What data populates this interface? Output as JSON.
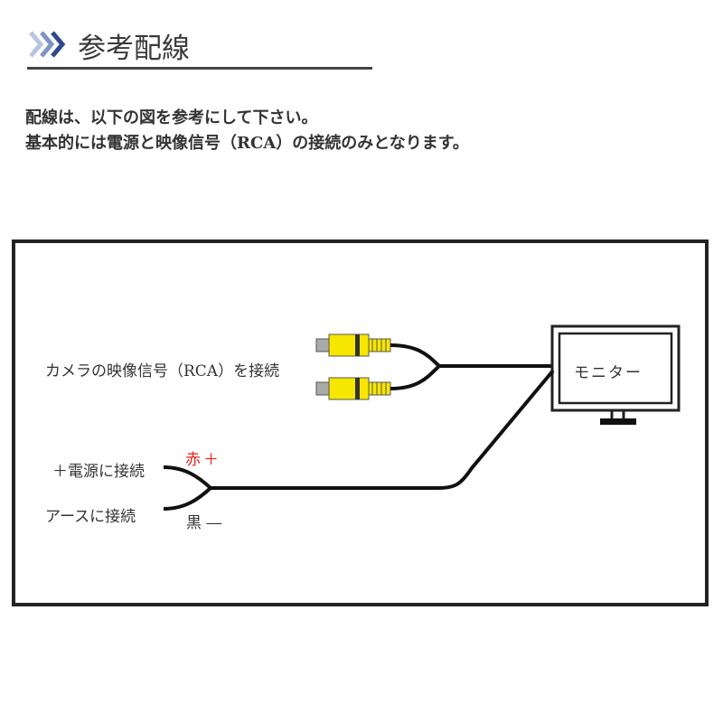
{
  "header": {
    "title": "参考配線",
    "icon": "triple-chevron-icon",
    "chevron_colors": [
      "#b7c6df",
      "#7b96c3",
      "#2c4a8a"
    ]
  },
  "intro": {
    "line1": "配線は、以下の図を参考にして下さい。",
    "line2": "基本的には電源と映像信号（RCA）の接続のみとなります。"
  },
  "diagram": {
    "rca_label": "カメラの映像信号（RCA）を接続",
    "monitor_label": "モニター",
    "power_label": "＋電源に接続",
    "ground_label": "アースに接続",
    "red_label": "赤＋",
    "black_label": "黒 ―",
    "colors": {
      "plug": "#f7e600",
      "red": "#e8201c",
      "cable": "#111111"
    }
  }
}
